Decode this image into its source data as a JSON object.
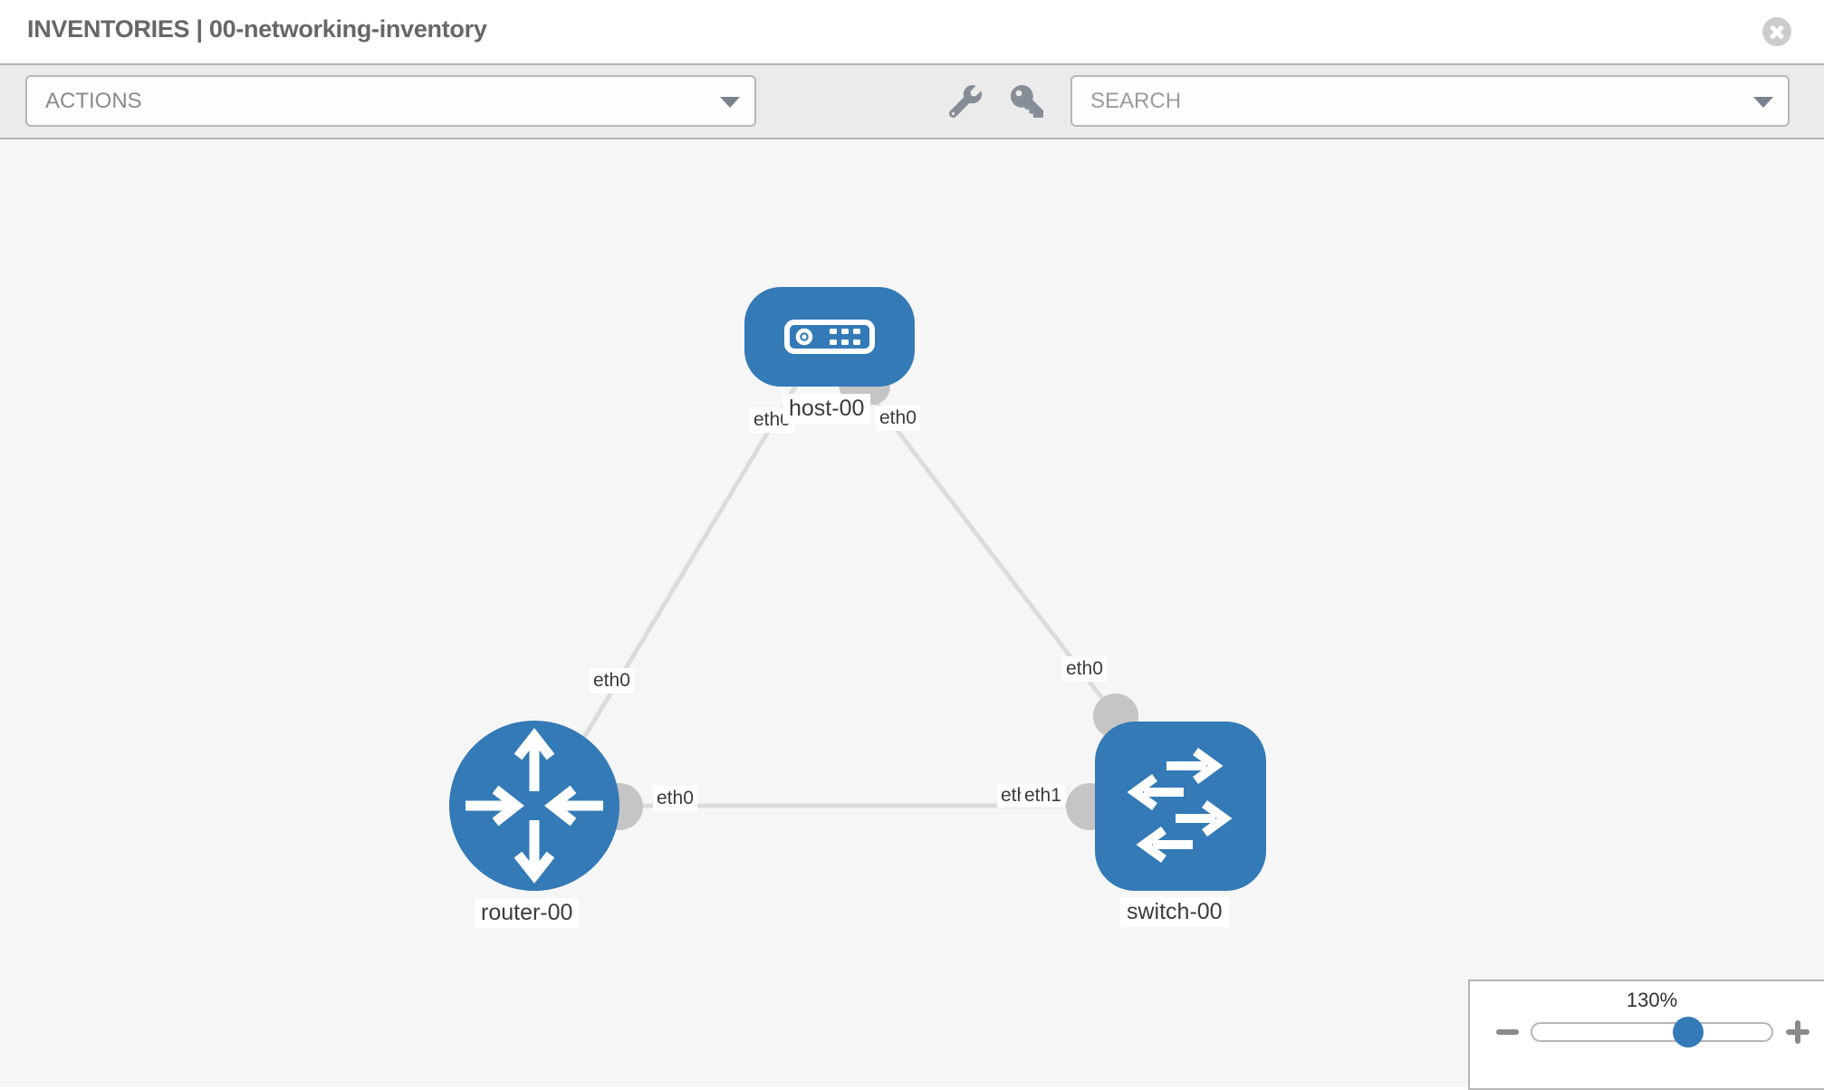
{
  "header": {
    "title": "INVENTORIES | 00-networking-inventory",
    "close_icon": "circle-x-icon"
  },
  "toolbar": {
    "actions_dropdown": "ACTIONS",
    "search_dropdown": "SEARCH",
    "icons": [
      "wrench-icon",
      "key-icon"
    ]
  },
  "colors": {
    "node_blue": "#337ab7",
    "link_gray": "#dcdcdc",
    "connector_gray": "#c5c5c5",
    "canvas_bg": "#f6f6f6",
    "toolbar_bg": "#ebebeb",
    "border_gray": "#b7b7b7"
  },
  "topology": {
    "nodes": [
      {
        "id": "host-00",
        "type": "host",
        "label": "host-00",
        "icon": "host-icon"
      },
      {
        "id": "router-00",
        "type": "router",
        "label": "router-00",
        "icon": "router-icon"
      },
      {
        "id": "switch-00",
        "type": "switch",
        "label": "switch-00",
        "icon": "switch-icon"
      }
    ],
    "links": [
      {
        "from": "host-00",
        "to": "router-00",
        "from_interface": "eth0",
        "to_interface": "eth0"
      },
      {
        "from": "host-00",
        "to": "switch-00",
        "from_interface": "eth0",
        "to_interface": "eth0"
      },
      {
        "from": "router-00",
        "to": "switch-00",
        "from_interface": "eth0",
        "to_interface": "eth1"
      }
    ],
    "interface_labels": {
      "host_to_router_at_host": "eth0",
      "host_to_router_at_router": "eth0",
      "host_to_switch_at_host": "eth0",
      "host_to_switch_at_switch": "eth0",
      "router_to_switch_at_router": "eth0",
      "router_to_switch_at_switch_back": "eth0",
      "router_to_switch_at_switch_front": "eth1"
    }
  },
  "zoom_control": {
    "value": "130%",
    "percent": 130,
    "minus_icon": "minus-icon",
    "plus_icon": "plus-icon"
  }
}
